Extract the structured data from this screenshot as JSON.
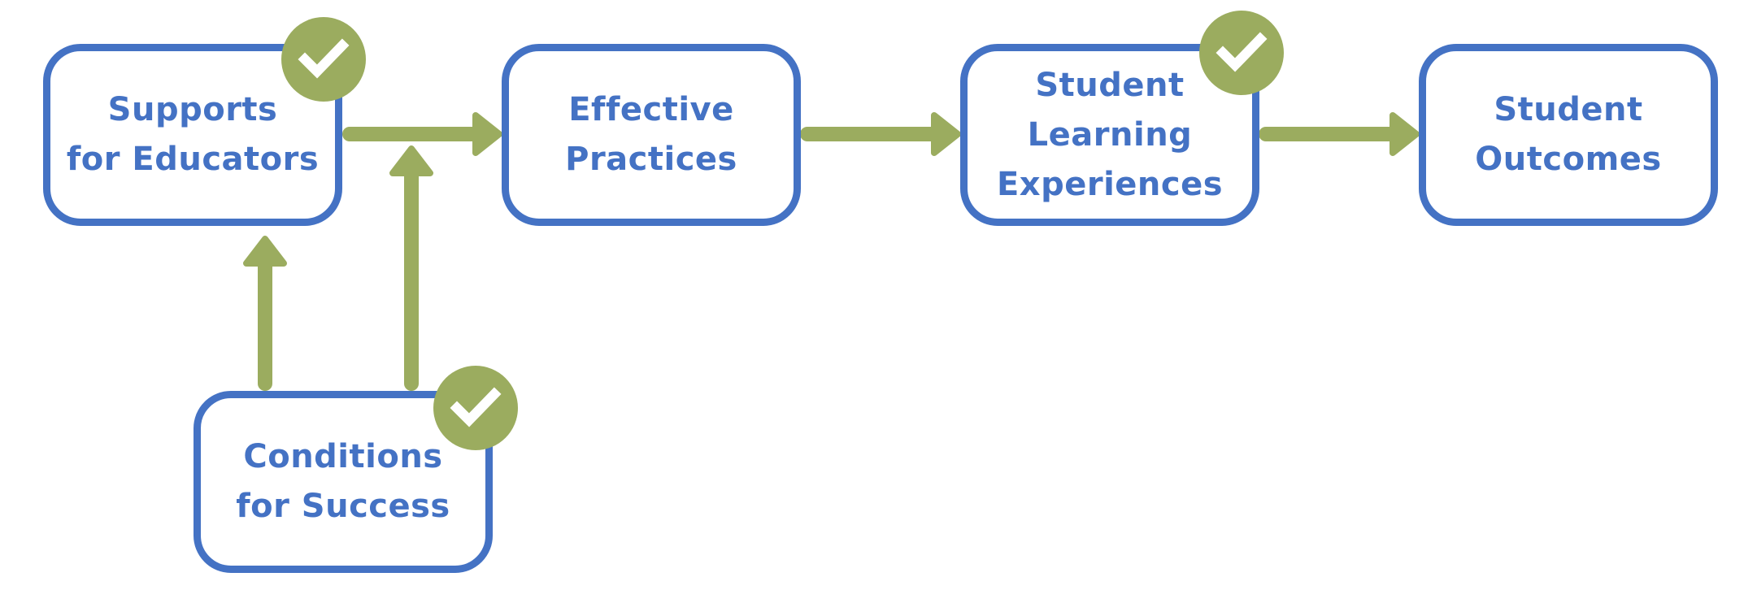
{
  "diagram": {
    "nodes": {
      "supports": {
        "label": "Supports\nfor Educators",
        "checked": true
      },
      "practices": {
        "label": "Effective\nPractices",
        "checked": false
      },
      "experiences": {
        "label": "Student\nLearning\nExperiences",
        "checked": true
      },
      "outcomes": {
        "label": "Student\nOutcomes",
        "checked": false
      },
      "conditions": {
        "label": "Conditions\nfor Success",
        "checked": true
      }
    },
    "edges": [
      {
        "from": "Supports for Educators",
        "to": "Effective Practices"
      },
      {
        "from": "Effective Practices",
        "to": "Student Learning Experiences"
      },
      {
        "from": "Student Learning Experiences",
        "to": "Student Outcomes"
      },
      {
        "from": "Conditions for Success",
        "to": "Supports for Educators"
      },
      {
        "from": "Conditions for Success",
        "to": "Effective Practices"
      }
    ],
    "colors": {
      "box_border": "#4472c4",
      "text": "#4472c4",
      "arrow": "#9bac5f",
      "check_badge": "#9bac5f",
      "check_mark": "#ffffff"
    },
    "icons": {
      "badge": "check-icon"
    }
  }
}
